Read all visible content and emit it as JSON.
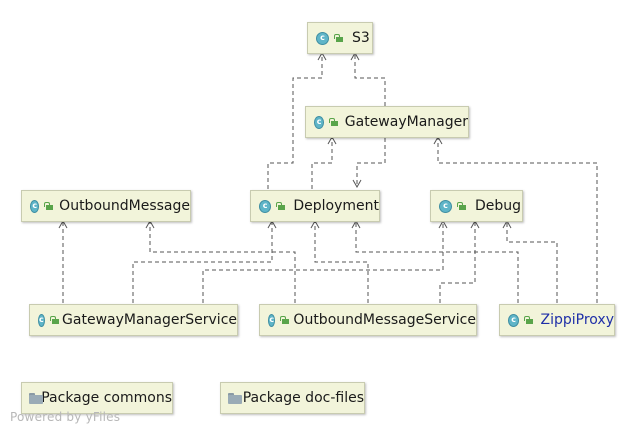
{
  "nodes": {
    "s3": "S3",
    "gateway_manager": "GatewayManager",
    "outbound_message": "OutboundMessage",
    "deployment": "Deployment",
    "debug": "Debug",
    "gateway_manager_service": "GatewayManagerService",
    "outbound_message_service": "OutboundMessageService",
    "zippi_proxy": "ZippiProxy"
  },
  "packages": {
    "commons": "Package commons",
    "doc_files": "Package doc-files"
  },
  "icons": {
    "class_icon": "class-c-icon",
    "visibility_icon": "unlocked-icon",
    "package_icon": "folder-icon"
  },
  "colors": {
    "node_fill": "#f2f4da",
    "highlight_text": "#1f2fa8",
    "edge": "#555555"
  },
  "watermark": "Powered by yFiles"
}
